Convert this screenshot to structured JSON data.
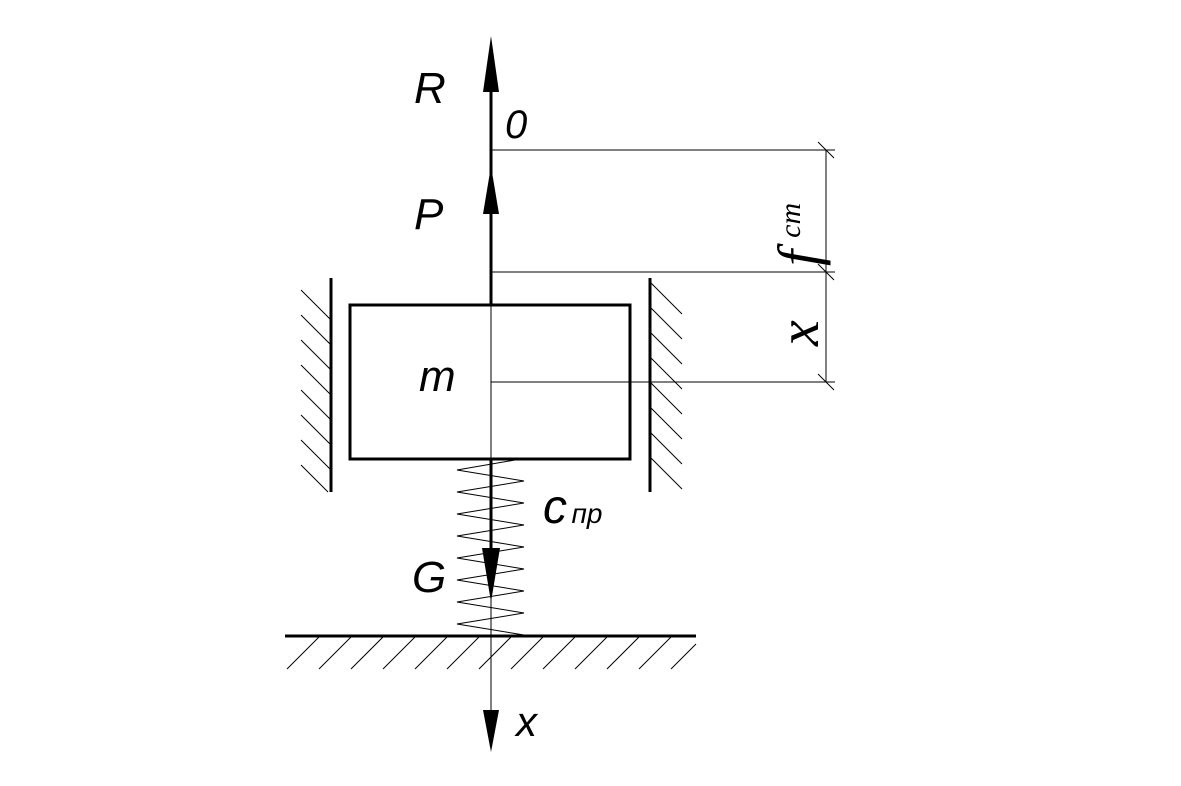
{
  "labels": {
    "force_r": "R",
    "origin": "0",
    "force_p": "P",
    "mass": "m",
    "spring_base": "c",
    "spring_sub": "пр",
    "force_g": "G",
    "axis_x": "x",
    "dim_f": "f",
    "dim_f_sub": "cm",
    "dim_x": "x"
  },
  "colors": {
    "ink": "#000000",
    "background": "#ffffff"
  }
}
